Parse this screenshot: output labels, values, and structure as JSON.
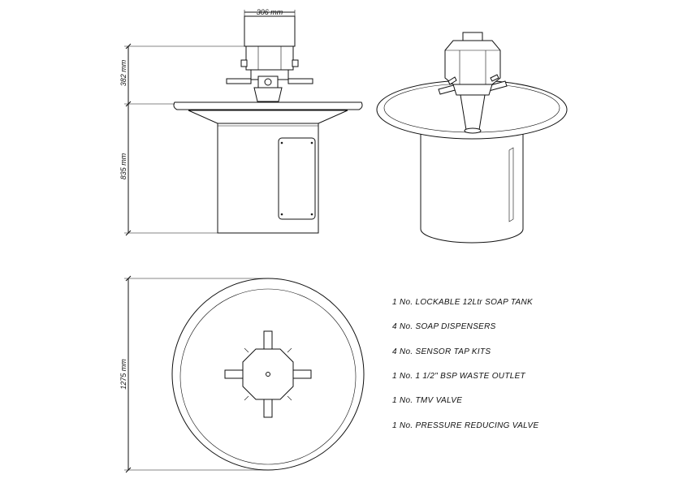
{
  "dimensions": {
    "tank_width": "306 mm",
    "tank_height": "382 mm",
    "base_height": "835 mm",
    "diameter": "1275 mm"
  },
  "notes": [
    "1 No. LOCKABLE 12Ltr SOAP TANK",
    "4 No. SOAP DISPENSERS",
    "4 No. SENSOR TAP KITS",
    "1 No. 1 1/2\" BSP WASTE OUTLET",
    "1 No. TMV VALVE",
    "1 No. PRESSURE REDUCING VALVE"
  ]
}
